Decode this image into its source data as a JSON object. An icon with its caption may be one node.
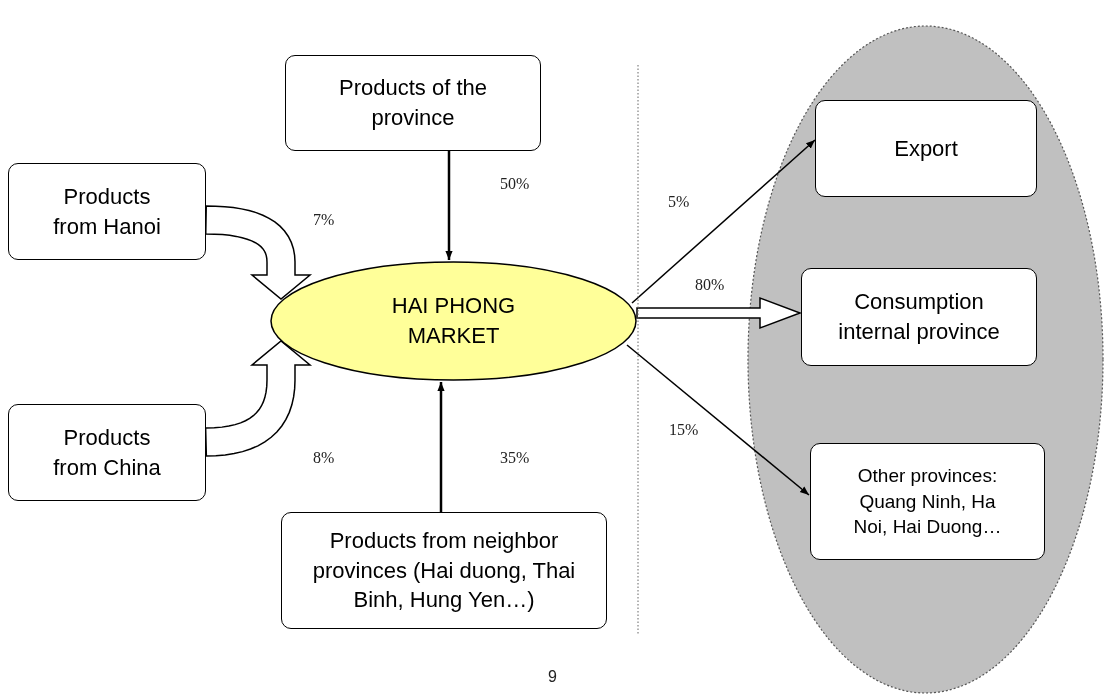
{
  "diagram": {
    "nodes": [
      {
        "text": [
          "Products of the province"
        ]
      },
      {
        "text": [
          "Products from Hanoi"
        ]
      },
      {
        "text": [
          "Products from China"
        ]
      },
      {
        "text": [
          "HAI PHONG MARKET"
        ]
      },
      {
        "text": [
          "Products from neighbor provinces (Hai duong, Thai Binh, Hung Yen…)"
        ]
      },
      {
        "text": [],
        "shape": "ellipse"
      },
      {
        "text": [
          "Export"
        ],
        "in": 5
      },
      {
        "text": [
          "Consumption internal province"
        ],
        "in": 5
      },
      {
        "text": [
          "Other provinces: Quang Ninh, Ha Noi, Hai Duong…"
        ],
        "in": 5
      }
    ],
    "edges": [
      {
        "from": 0,
        "to": 3,
        "arrow": "to",
        "label": "50%"
      },
      {
        "from": 1,
        "to": 3,
        "arrow": "to",
        "label": "7%",
        "style": "thick"
      },
      {
        "from": 2,
        "to": 3,
        "arrow": "to",
        "label": "8%",
        "style": "thick"
      },
      {
        "from": 4,
        "to": 3,
        "arrow": "to",
        "label": "35%"
      },
      {
        "from": 3,
        "to": 6,
        "arrow": "to",
        "label": "5%"
      },
      {
        "from": 3,
        "to": 7,
        "arrow": "to",
        "label": "80%",
        "style": "thick"
      },
      {
        "from": 3,
        "to": 8,
        "arrow": "to",
        "label": "15%"
      }
    ],
    "labels": [
      "9"
    ]
  }
}
